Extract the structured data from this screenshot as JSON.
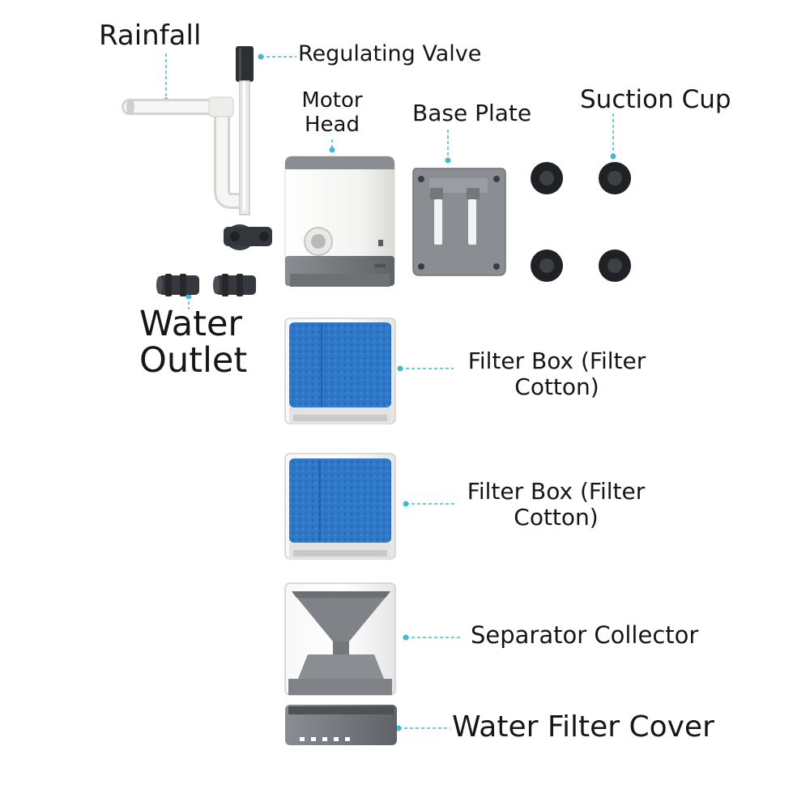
{
  "labels": {
    "rainfall": "Rainfall",
    "regulating_valve": "Regulating Valve",
    "motor_head_1": "Motor",
    "motor_head_2": "Head",
    "base_plate": "Base Plate",
    "suction_cup": "Suction Cup",
    "water_outlet_1": "Water",
    "water_outlet_2": "Outlet",
    "filter_box_a_1": "Filter Box (Filter",
    "filter_box_a_2": "Cotton)",
    "filter_box_b_1": "Filter Box (Filter",
    "filter_box_b_2": "Cotton)",
    "separator_collector": "Separator Collector",
    "water_filter_cover": "Water Filter Cover"
  },
  "colors": {
    "leader_line": "#46b8d0",
    "foam": "#2f78c8",
    "housing_white": "#f4f4f2",
    "housing_gray": "#7c8084",
    "dark_part": "#2c2f33"
  }
}
